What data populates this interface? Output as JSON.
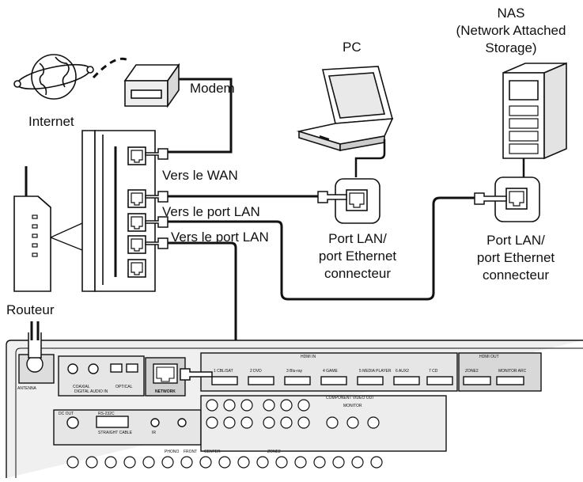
{
  "labels": {
    "internet": "Internet",
    "modem": "Modem",
    "pc": "PC",
    "nas_line1": "NAS",
    "nas_line2": "(Network Attached",
    "nas_line3": "Storage)",
    "vers_wan": "Vers le WAN",
    "vers_lan_1": "Vers le port LAN",
    "vers_lan_2": "Vers le port LAN",
    "pc_port_line1": "Port LAN/",
    "pc_port_line2": "port Ethernet",
    "pc_port_line3": "connecteur",
    "nas_port_line1": "Port LAN/",
    "nas_port_line2": "port Ethernet",
    "nas_port_line3": "connecteur",
    "routeur": "Routeur"
  },
  "receiver": {
    "network_label": "NETWORK",
    "hdmi_in_label": "HDMI IN",
    "hdmi_out_label": "HDMI OUT",
    "component_out_label": "COMPONENT VIDEO OUT",
    "monitor_label": "MONITOR",
    "digital_audio_label": "DIGITAL AUDIO IN",
    "optical_label": "OPTICAL",
    "coaxial_label": "COAXIAL",
    "dc_out_label": "DC OUT",
    "rs232c_label": "RS-232C",
    "straight_cable_label": "STRAIGHT CABLE",
    "ir_label": "IR",
    "phono_label": "PHONO",
    "front_label": "FRONT",
    "center_label": "CENTER",
    "zone2_label": "ZONE2",
    "antenna_label": "ANTENNA",
    "hdmi_inputs": [
      "1 CBL/SAT",
      "2 DVD",
      "3 Blu-ray",
      "4 GAME",
      "5 MEDIA PLAYER",
      "6 AUX2",
      "7 CD"
    ],
    "hdmi_outputs": [
      "ZONE2",
      "MONITOR ARC"
    ]
  },
  "colors": {
    "line": "#111111",
    "panel": "#ececec",
    "panel_dark": "#d6d6d6"
  }
}
